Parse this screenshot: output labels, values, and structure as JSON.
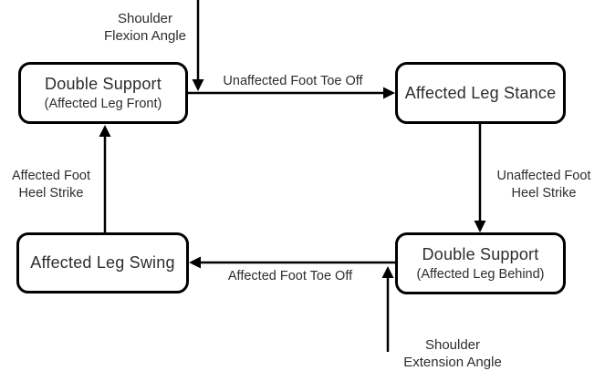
{
  "diagram": {
    "description": "Hemiplegic gait cycle state diagram",
    "colors": {
      "stroke": "#000000",
      "text": "#2d2d2d",
      "background": "#ffffff"
    },
    "nodes": {
      "double_support_front": {
        "title": "Double Support",
        "subtitle": "(Affected Leg Front)"
      },
      "affected_leg_stance": {
        "title": "Affected Leg Stance"
      },
      "affected_leg_swing": {
        "title": "Affected Leg Swing"
      },
      "double_support_behind": {
        "title": "Double Support",
        "subtitle": "(Affected Leg Behind)"
      }
    },
    "transitions": {
      "unaffected_foot_toe_off": {
        "label": "Unaffected Foot Toe Off"
      },
      "unaffected_foot_heel_strike": {
        "line1": "Unaffected Foot",
        "line2": "Heel Strike"
      },
      "affected_foot_toe_off": {
        "label": "Affected Foot Toe Off"
      },
      "affected_foot_heel_strike": {
        "line1": "Affected Foot",
        "line2": "Heel Strike"
      }
    },
    "inputs": {
      "shoulder_flexion": {
        "line1": "Shoulder",
        "line2": "Flexion Angle"
      },
      "shoulder_extension": {
        "line1": "Shoulder",
        "line2": "Extension Angle"
      }
    }
  }
}
